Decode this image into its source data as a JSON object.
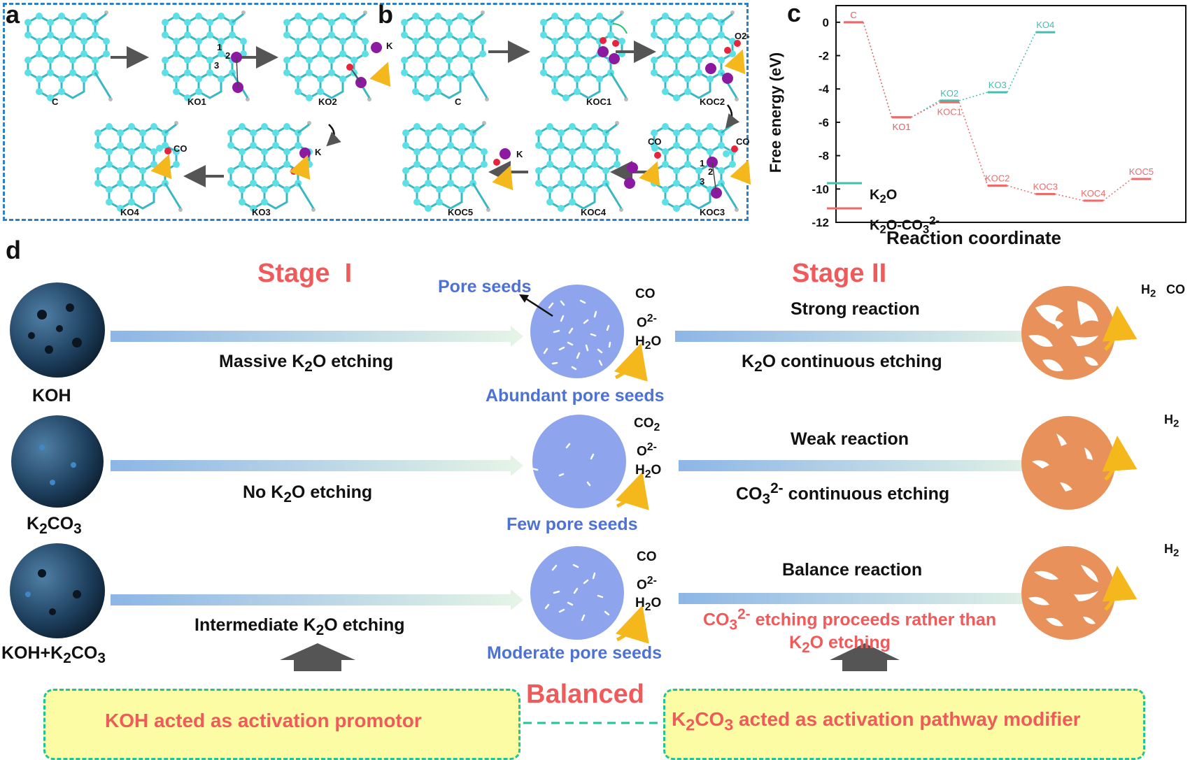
{
  "panels": {
    "a": "a",
    "b": "b",
    "c": "c",
    "d": "d"
  },
  "panel_a": {
    "molecules": [
      "C",
      "KO1",
      "KO2",
      "KO3",
      "KO4"
    ],
    "atoms": [
      "1",
      "2",
      "3"
    ],
    "species": [
      "K",
      "K",
      "CO"
    ]
  },
  "panel_b": {
    "molecules": [
      "C",
      "KOC1",
      "KOC2",
      "KOC3",
      "KOC4",
      "KOC5"
    ],
    "atoms": [
      "1",
      "2",
      "3"
    ],
    "species": [
      "O2-",
      "CO",
      "CO",
      "K"
    ]
  },
  "chart_data": {
    "type": "line",
    "xlabel": "Reaction coordinate",
    "ylabel": "Free energy (eV)",
    "ylim": [
      -12,
      1
    ],
    "yticks": [
      0,
      -2,
      -4,
      -6,
      -8,
      -10,
      -12
    ],
    "legend": [
      {
        "name": "K2O",
        "color": "#41bfb0"
      },
      {
        "name": "K2O-CO3 2-",
        "color": "#f06a6a"
      }
    ],
    "series": [
      {
        "name": "K2O",
        "color": "#41bfb0",
        "points": [
          {
            "label": "C",
            "x": 0,
            "y": 0
          },
          {
            "label": "KO1",
            "x": 1,
            "y": -5.7
          },
          {
            "label": "KO2",
            "x": 2,
            "y": -4.7
          },
          {
            "label": "KO3",
            "x": 3,
            "y": -4.2
          },
          {
            "label": "KO4",
            "x": 4,
            "y": -0.6
          }
        ]
      },
      {
        "name": "K2O-CO3 2-",
        "color": "#f06a6a",
        "points": [
          {
            "label": "C",
            "x": 0,
            "y": 0
          },
          {
            "label": "KO1",
            "x": 1,
            "y": -5.7
          },
          {
            "label": "KOC1",
            "x": 2,
            "y": -4.8
          },
          {
            "label": "KOC2",
            "x": 3,
            "y": -9.8
          },
          {
            "label": "KOC3",
            "x": 4,
            "y": -10.3
          },
          {
            "label": "KOC4",
            "x": 5,
            "y": -10.7
          },
          {
            "label": "KOC5",
            "x": 6,
            "y": -9.4
          }
        ]
      }
    ]
  },
  "panel_d": {
    "stage1": "Stage  I",
    "stage2": "Stage II",
    "pore_seeds": "Pore seeds",
    "rows": [
      {
        "reagent": "KOH",
        "stage1_text": "Massive K2O etching",
        "seeds": "Abundant pore seeds",
        "gases": [
          "CO",
          "O2-",
          "H2O"
        ],
        "reaction": "Strong reaction",
        "stage2_text": "K2O continuous etching",
        "products": [
          "H2",
          "CO"
        ]
      },
      {
        "reagent": "K2CO3",
        "stage1_text": "No K2O etching",
        "seeds": "Few pore seeds",
        "gases": [
          "CO2",
          "O2-",
          "H2O"
        ],
        "reaction": "Weak reaction",
        "stage2_text": "CO3 2- continuous etching",
        "products": [
          "H2"
        ]
      },
      {
        "reagent": "KOH+K2CO3",
        "stage1_text": "Intermediate K2O etching",
        "seeds": "Moderate pore seeds",
        "gases": [
          "CO",
          "O2-",
          "H2O"
        ],
        "reaction": "Balance reaction",
        "stage2_text_line1": "CO3 2- etching proceeds rather than",
        "stage2_text_line2": "K2O etching",
        "products": [
          "H2"
        ]
      }
    ],
    "balanced": "Balanced",
    "box_left": "KOH acted as activation promotor",
    "box_right": "K2CO3 acted as activation pathway modifier"
  },
  "colors": {
    "frame": "#2f7fc6",
    "atom": "#5ce0e6",
    "bond": "#39b8c4",
    "potassium": "#8b1aa0",
    "oxygen": "#e8243c",
    "stage_red": "#f05a5a",
    "seed_blue": "#8ea4ec",
    "orange": "#e8915a",
    "arrow_yellow": "#f5b81c"
  }
}
